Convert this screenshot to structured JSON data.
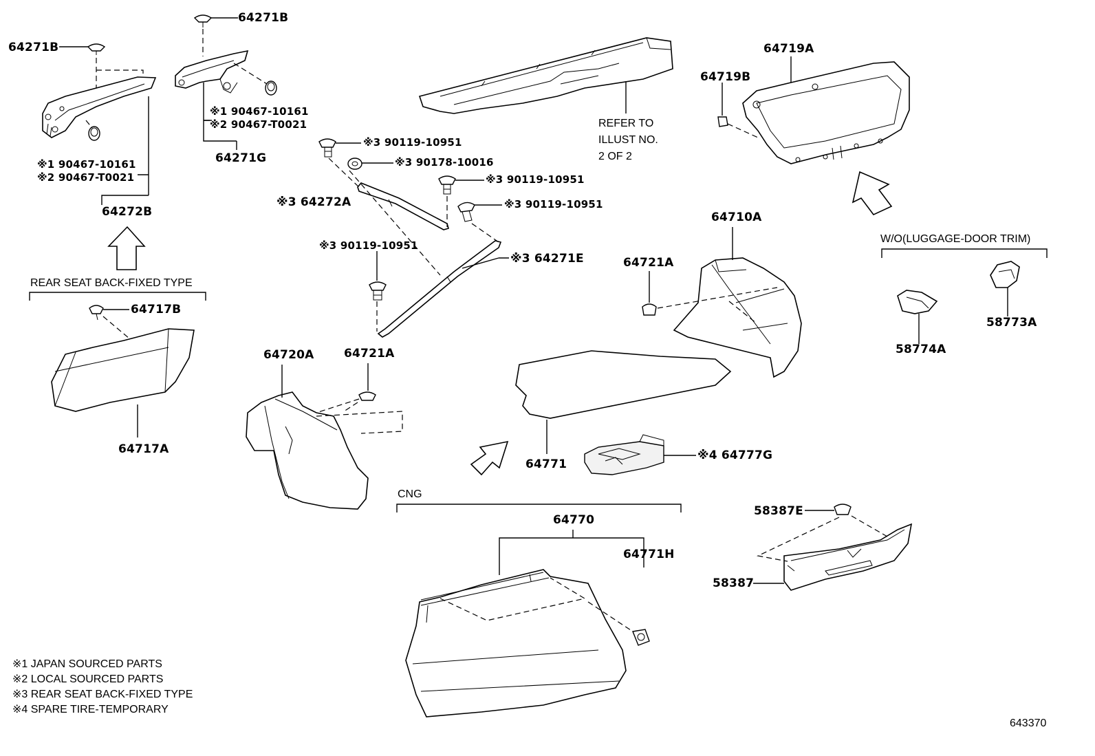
{
  "labels": {
    "p64271B_left": "64271B",
    "p64271B_top": "64271B",
    "p64272B": "64272B",
    "p64271G": "64271G",
    "clip1_left": "※1 90467-10161",
    "clip2_left": "※2 90467-T0021",
    "clip1_mid": "※1 90467-10161",
    "clip2_mid": "※2 90467-T0021",
    "refer1": "REFER TO",
    "refer2": "ILLUST NO.",
    "refer3": "2 OF 2",
    "p64719A": "64719A",
    "p64719B": "64719B",
    "s1": "※3 90119-10951",
    "s2": "※3 90178-10016",
    "s3": "※3 90119-10951",
    "s4": "※3 90119-10951",
    "s5": "※3 90119-10951",
    "p64272A": "※3 64272A",
    "p64271E": "※3 64271E",
    "p64710A": "64710A",
    "p64721A_right": "64721A",
    "wo_luggage": "W/O(LUGGAGE-DOOR TRIM)",
    "p58774A": "58774A",
    "p58773A": "58773A",
    "rear_seat_fixed": "REAR SEAT BACK-FIXED TYPE",
    "p64717B": "64717B",
    "p64717A": "64717A",
    "p64720A": "64720A",
    "p64721A_left": "64721A",
    "p64771": "64771",
    "p64777G": "※4 64777G",
    "cng": "CNG",
    "p64770": "64770",
    "p64771H": "64771H",
    "p58387E": "58387E",
    "p58387": "58387",
    "diagram_id": "643370"
  },
  "legend": [
    "※1 JAPAN SOURCED PARTS",
    "※2 LOCAL SOURCED PARTS",
    "※3 REAR SEAT BACK-FIXED TYPE",
    "※4 SPARE TIRE-TEMPORARY"
  ]
}
